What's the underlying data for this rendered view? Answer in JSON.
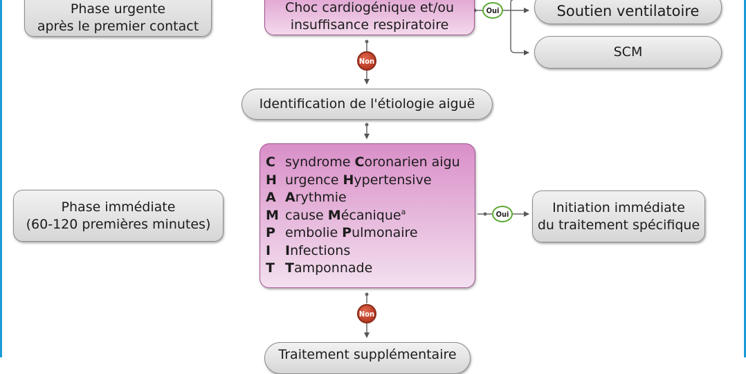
{
  "boxes": {
    "phase_urgente": [
      "Phase urgente",
      "après le premier contact"
    ],
    "choc": [
      "Choc cardiogénique et/ou",
      "insuffisance respiratoire"
    ],
    "soutien": "Soutien ventilatoire",
    "scm": "SCM",
    "identification": "Identification de l'étiologie aiguë",
    "phase_immediate": [
      "Phase immédiate",
      "(60-120 premières minutes)"
    ],
    "initiation": [
      "Initiation immédiate",
      "du traitement spécifique"
    ],
    "traitement": "Traitement supplémentaire"
  },
  "champit": [
    {
      "letter": "C",
      "pre": "syndrome ",
      "bold": "C",
      "post": "oronarien aigu",
      "sup": ""
    },
    {
      "letter": "H",
      "pre": "urgence ",
      "bold": "H",
      "post": "ypertensive",
      "sup": ""
    },
    {
      "letter": "A",
      "pre": "",
      "bold": "A",
      "post": "rythmie",
      "sup": ""
    },
    {
      "letter": "M",
      "pre": "cause ",
      "bold": "M",
      "post": "écanique",
      "sup": "a"
    },
    {
      "letter": "P",
      "pre": "embolie ",
      "bold": "P",
      "post": "ulmonaire",
      "sup": ""
    },
    {
      "letter": "I",
      "pre": "",
      "bold": "I",
      "post": "nfections",
      "sup": ""
    },
    {
      "letter": "T",
      "pre": "",
      "bold": "T",
      "post": "amponnade",
      "sup": ""
    }
  ],
  "badges": {
    "oui": "Oui",
    "non": "Non"
  },
  "colors": {
    "frame": "#1a9ad6",
    "pink_border": "#a0508c",
    "oui_ring": "#5aa832",
    "non_fill": "#b83a24"
  }
}
